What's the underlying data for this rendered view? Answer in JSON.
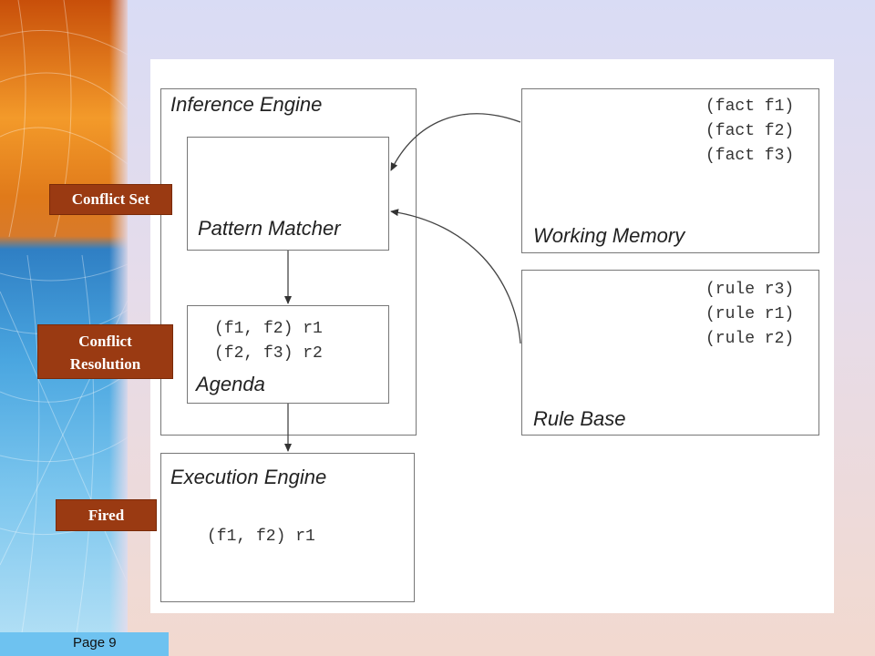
{
  "labels": {
    "conflict_set": "Conflict Set",
    "conflict_resolution": "Conflict\nResolution",
    "fired": "Fired"
  },
  "footer": {
    "page": "Page 9"
  },
  "diagram": {
    "inference_engine": {
      "title": "Inference Engine"
    },
    "pattern_matcher": {
      "title": "Pattern Matcher"
    },
    "agenda": {
      "title": "Agenda",
      "lines": [
        "(f1, f2) r1",
        "(f2, f3) r2"
      ]
    },
    "execution_engine": {
      "title": "Execution Engine",
      "lines": [
        "(f1, f2) r1"
      ]
    },
    "working_memory": {
      "title": "Working Memory",
      "lines": [
        "(fact f1)",
        "(fact f2)",
        "(fact f3)"
      ]
    },
    "rule_base": {
      "title": "Rule Base",
      "lines": [
        "(rule r3)",
        "(rule r1)",
        "(rule r2)"
      ]
    }
  },
  "colors": {
    "label_bg": "#9a3a12",
    "box_border": "#777777"
  }
}
